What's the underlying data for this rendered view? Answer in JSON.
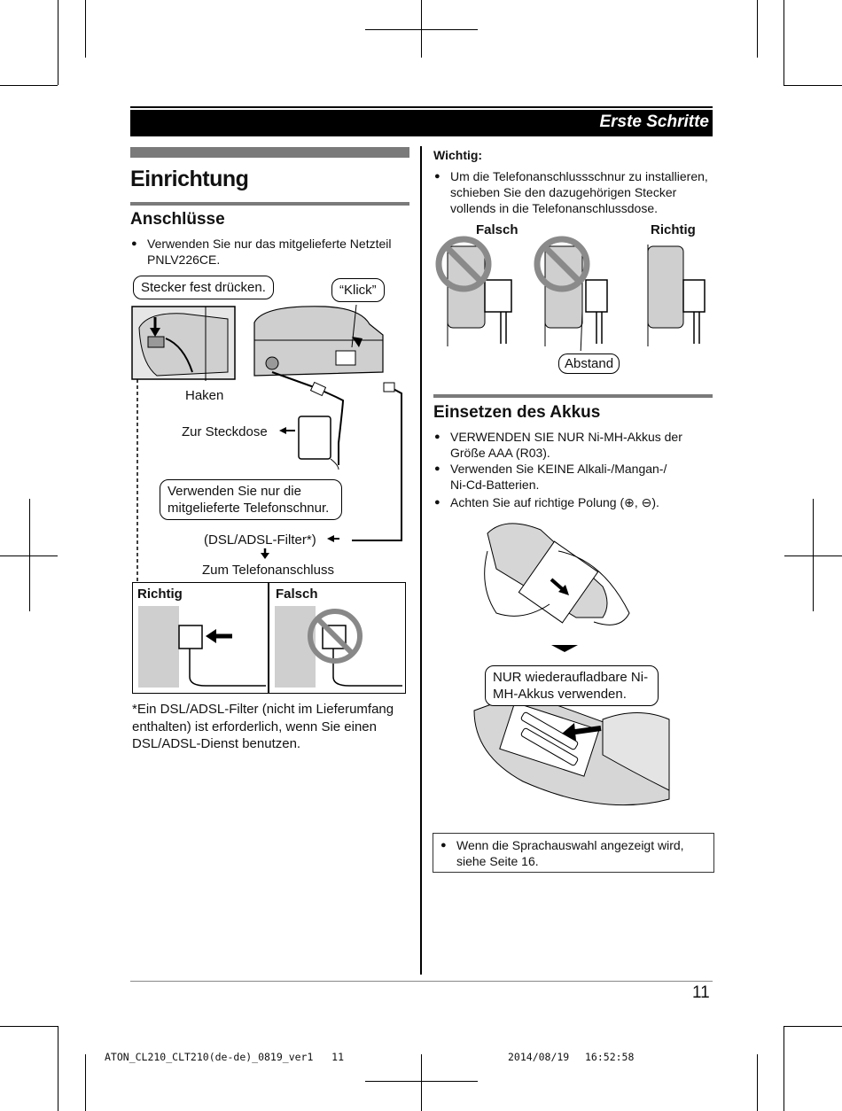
{
  "header": {
    "section": "Erste Schritte"
  },
  "left": {
    "title": "Einrichtung",
    "subtitle": "Anschlüsse",
    "bullet1": "Verwenden Sie nur das mitgelieferte Netzteil PNLV226CE.",
    "callout_stecker": "Stecker fest drücken.",
    "callout_klick": "“Klick”",
    "label_haken": "Haken",
    "label_steckdose": "Zur Steckdose",
    "callout_schnur": "Verwenden Sie nur die mitgelieferte Telefonschnur.",
    "label_filter": "(DSL/ADSL-Filter*)",
    "label_anschluss": "Zum Telefonanschluss",
    "box_richtig": "Richtig",
    "box_falsch": "Falsch",
    "footnote": "*Ein DSL/ADSL-Filter (nicht im Lieferumfang enthalten) ist erforderlich, wenn Sie einen DSL/ADSL-Dienst benutzen."
  },
  "right": {
    "wichtig": "Wichtig:",
    "wichtig_bullet": "Um die Telefonanschlussschnur zu installieren, schieben Sie den dazugehörigen Stecker vollends in die Telefonanschlussdose.",
    "label_falsch": "Falsch",
    "label_richtig": "Richtig",
    "label_abstand": "Abstand",
    "title_akkus": "Einsetzen des Akkus",
    "akku_bullets": [
      "VERWENDEN SIE NUR Ni-MH-Akkus der Größe AAA (R03).",
      "Verwenden Sie KEINE Alkali-/Mangan-/ Ni-Cd-Batterien.",
      "Achten Sie auf richtige Polung (⊕, ⊖)."
    ],
    "callout_akku": "NUR wiederaufladbare Ni-MH-Akkus verwenden.",
    "note": "Wenn die Sprachauswahl angezeigt wird, siehe Seite 16."
  },
  "page_number": "11",
  "footer": {
    "file": "ATON_CL210_CLT210(de-de)_0819_ver1   11",
    "date": "2014/08/19",
    "time": "16:52:58"
  }
}
